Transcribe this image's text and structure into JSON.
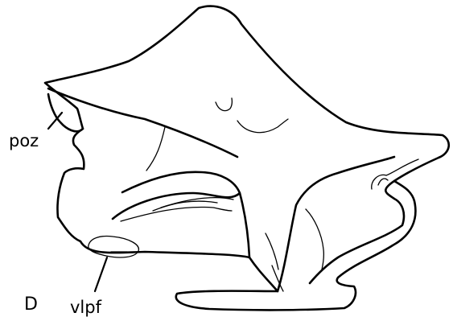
{
  "figure": {
    "panel_letter": "D",
    "labels": {
      "poz": "poz",
      "vlpf": "vlpf"
    }
  }
}
